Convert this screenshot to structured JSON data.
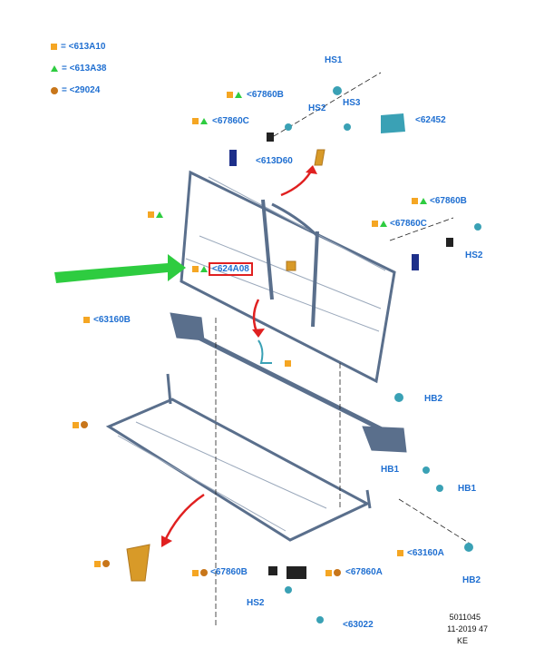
{
  "legend": [
    {
      "shape": "square",
      "text": "= <613A10"
    },
    {
      "shape": "triangle",
      "text": "= <613A38"
    },
    {
      "shape": "circle",
      "text": "= <29024"
    }
  ],
  "labels": {
    "hs1_top": "HS1",
    "hs2_top": "HS2",
    "hs3": "HS3",
    "p62452": "<62452",
    "p67860B_top": "<67860B",
    "p67860C_top": "<67860C",
    "p613D60": "<613D60",
    "p67860B_right": "<67860B",
    "p67860C_right": "<67860C",
    "hs2_right": "HS2",
    "p624A08": "<624A08",
    "p63160B": "<63160B",
    "hb2_mid": "HB2",
    "hb1_a": "HB1",
    "hb1_b": "HB1",
    "p63160A": "<63160A",
    "hb2_bottom": "HB2",
    "p67860B_bottom": "<67860B",
    "p67860A": "<67860A",
    "hs2_bottom": "HS2",
    "p63022": "<63022"
  },
  "footer": {
    "line1": "5011045",
    "line2": "11-2019 47",
    "line3": "KE"
  },
  "colors": {
    "label": "#1f6fd1",
    "frame": "#5a6f8c",
    "pointer": "#2ecc40",
    "arrow": "#e02020",
    "highlight": "#e02020"
  }
}
